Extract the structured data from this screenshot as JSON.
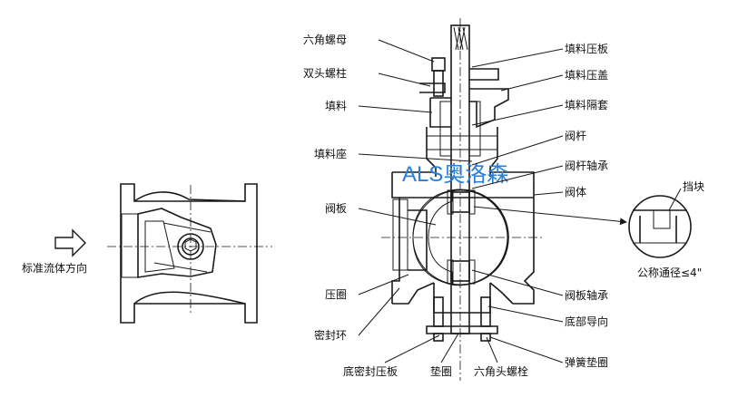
{
  "labels": {
    "hex_nut": "六角螺母",
    "stud_bolt": "双头螺柱",
    "packing": "填料",
    "packing_seat": "填料座",
    "disc": "阀板",
    "press_ring": "压圈",
    "seal_ring": "密封环",
    "bottom_seal_gland": "底密封压板",
    "gasket": "垫圈",
    "hex_bolt": "六角头螺栓",
    "packing_gland": "填料压板",
    "packing_cover": "填料压盖",
    "packing_spacer": "填料隔套",
    "stem": "阀杆",
    "stem_bearing": "阀杆轴承",
    "body": "阀体",
    "disc_shaft_bearing": "阀板轴承",
    "bottom_guide": "底部导向",
    "spring_washer": "弹簧垫圈",
    "stop_block": "挡块",
    "nominal_size": "公称通径≤4\"",
    "flow_direction": "标准流体方向"
  },
  "watermark": "ALS奥洛森"
}
